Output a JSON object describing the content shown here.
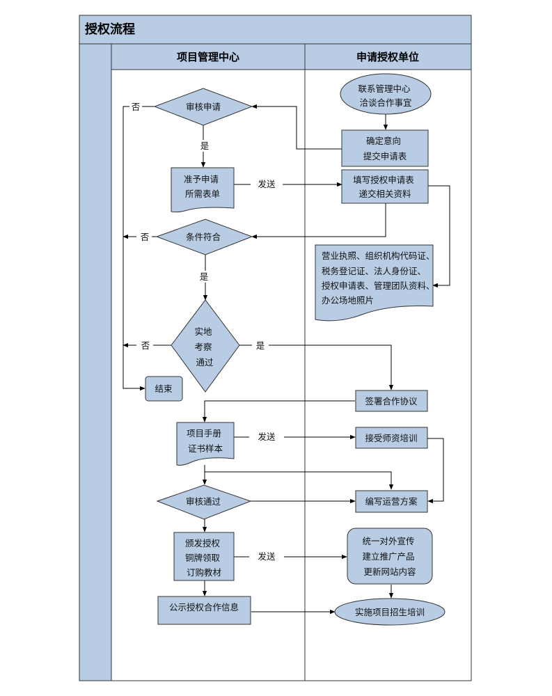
{
  "title": "授权流程",
  "lanes": {
    "left": "项目管理中心",
    "right": "申请授权单位"
  },
  "nodes": {
    "contact": [
      "联系管理中心",
      "洽谈合作事宜"
    ],
    "confirm": [
      "确定意向",
      "提交申请表"
    ],
    "review": [
      "审核申请"
    ],
    "approve_doc": [
      "准予申请",
      "所需表单"
    ],
    "fill": [
      "填写授权申请表",
      "递交相关资料"
    ],
    "condition": [
      "条件符合"
    ],
    "materials": [
      "营业执照、组织机构代码证、",
      "税务登记证、法人身份证、",
      "授权申请表、管理团队资料、",
      "办公场地照片"
    ],
    "inspect": [
      "实地",
      "考察",
      "通过"
    ],
    "end": [
      "结束"
    ],
    "sign": [
      "签署合作协议"
    ],
    "manual": [
      "项目手册",
      "证书样本"
    ],
    "training": [
      "接受师资培训"
    ],
    "review_pass": [
      "审核通过"
    ],
    "plan": [
      "编写运营方案"
    ],
    "issue": [
      "颁发授权",
      "铜牌领取",
      "订购教材"
    ],
    "promote": [
      "统一对外宣传",
      "建立推广产品",
      "更新网站内容"
    ],
    "publish": [
      "公示授权合作信息"
    ],
    "implement": [
      "实施项目招生培训"
    ]
  },
  "labels": {
    "no_review": "否",
    "yes_review": "是",
    "send1": "发送",
    "no_condition": "否",
    "yes_condition": "是",
    "no_inspect": "否",
    "yes_inspect": "是",
    "send2": "发送",
    "send3": "发送"
  },
  "colors": {
    "fill": "#b8cce4",
    "stroke": "#333333",
    "line": "#000000"
  }
}
